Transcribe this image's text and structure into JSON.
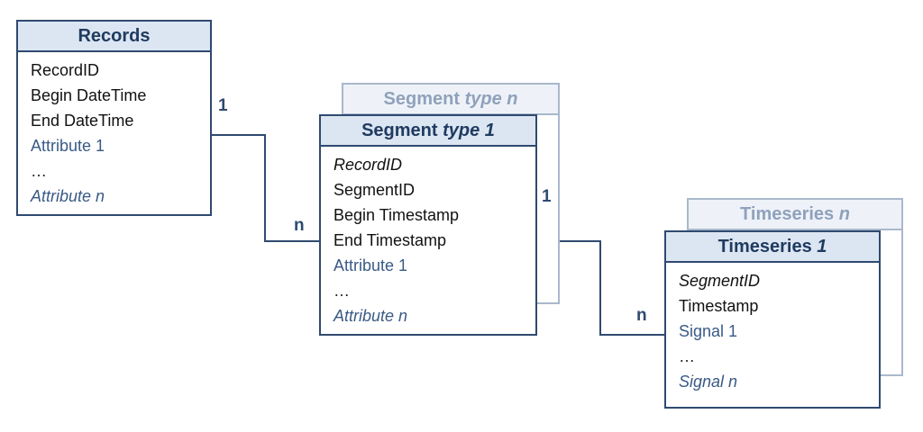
{
  "records": {
    "title": "Records",
    "fields": [
      "RecordID",
      "Begin DateTime",
      "End DateTime",
      "Attribute 1",
      "…",
      "Attribute n"
    ]
  },
  "segment_ghost": {
    "title_main": "Segment ",
    "title_italic": "type n"
  },
  "segment": {
    "title_main": "Segment ",
    "title_italic": "type 1",
    "fields": [
      "RecordID",
      "SegmentID",
      "Begin Timestamp",
      "End Timestamp",
      "Attribute 1",
      "…",
      "Attribute n"
    ]
  },
  "timeseries_ghost": {
    "title_main": "Timeseries ",
    "title_italic": "n"
  },
  "timeseries": {
    "title_main": "Timeseries ",
    "title_italic": "1",
    "fields": [
      "SegmentID",
      "Timestamp",
      "Signal 1",
      "…",
      "Signal n"
    ]
  },
  "relations": {
    "records_to_segment": {
      "from": "1",
      "to": "n"
    },
    "segment_to_timeseries": {
      "from": "1",
      "to": "n"
    }
  },
  "colors": {
    "border": "#2f4a70",
    "header_fill": "#dce6f2",
    "ghost_border": "#a9b8cc",
    "attribute_text": "#3a5a86"
  }
}
